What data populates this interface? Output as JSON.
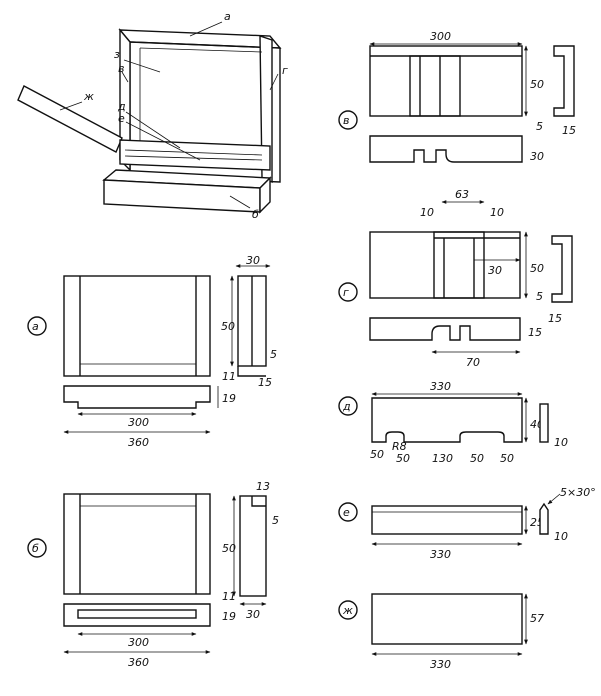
{
  "assembly": {
    "labels": {
      "a": "а",
      "b": "б",
      "v": "в",
      "g": "г",
      "d": "д",
      "e": "е",
      "zh": "ж",
      "z": "з"
    }
  },
  "parts": {
    "a": {
      "circle": "а",
      "w1": "300",
      "w2": "360",
      "h": "50",
      "t": "30",
      "d1": "11",
      "d2": "19",
      "d3": "5",
      "d4": "15"
    },
    "b": {
      "circle": "б",
      "w1": "300",
      "w2": "360",
      "h": "50",
      "t": "30",
      "d1": "11",
      "d2": "19",
      "d3": "5",
      "d4": "13"
    },
    "v": {
      "circle": "в",
      "w": "300",
      "h": "50",
      "s1": "5",
      "s2": "15",
      "b": "30"
    },
    "g": {
      "circle": "г",
      "w": "63",
      "a": "10",
      "b": "10",
      "c": "30",
      "h": "50",
      "s1": "5",
      "s2": "15",
      "f": "15",
      "l": "70"
    },
    "d": {
      "circle": "д",
      "w": "330",
      "h": "40",
      "r": "R8",
      "s1": "50",
      "s2": "50",
      "s3": "130",
      "s4": "50",
      "s5": "50",
      "t": "10"
    },
    "e": {
      "circle": "е",
      "w": "330",
      "h": "25",
      "t": "10",
      "ch": "5×30°"
    },
    "zh": {
      "circle": "ж",
      "w": "330",
      "h": "57"
    }
  }
}
